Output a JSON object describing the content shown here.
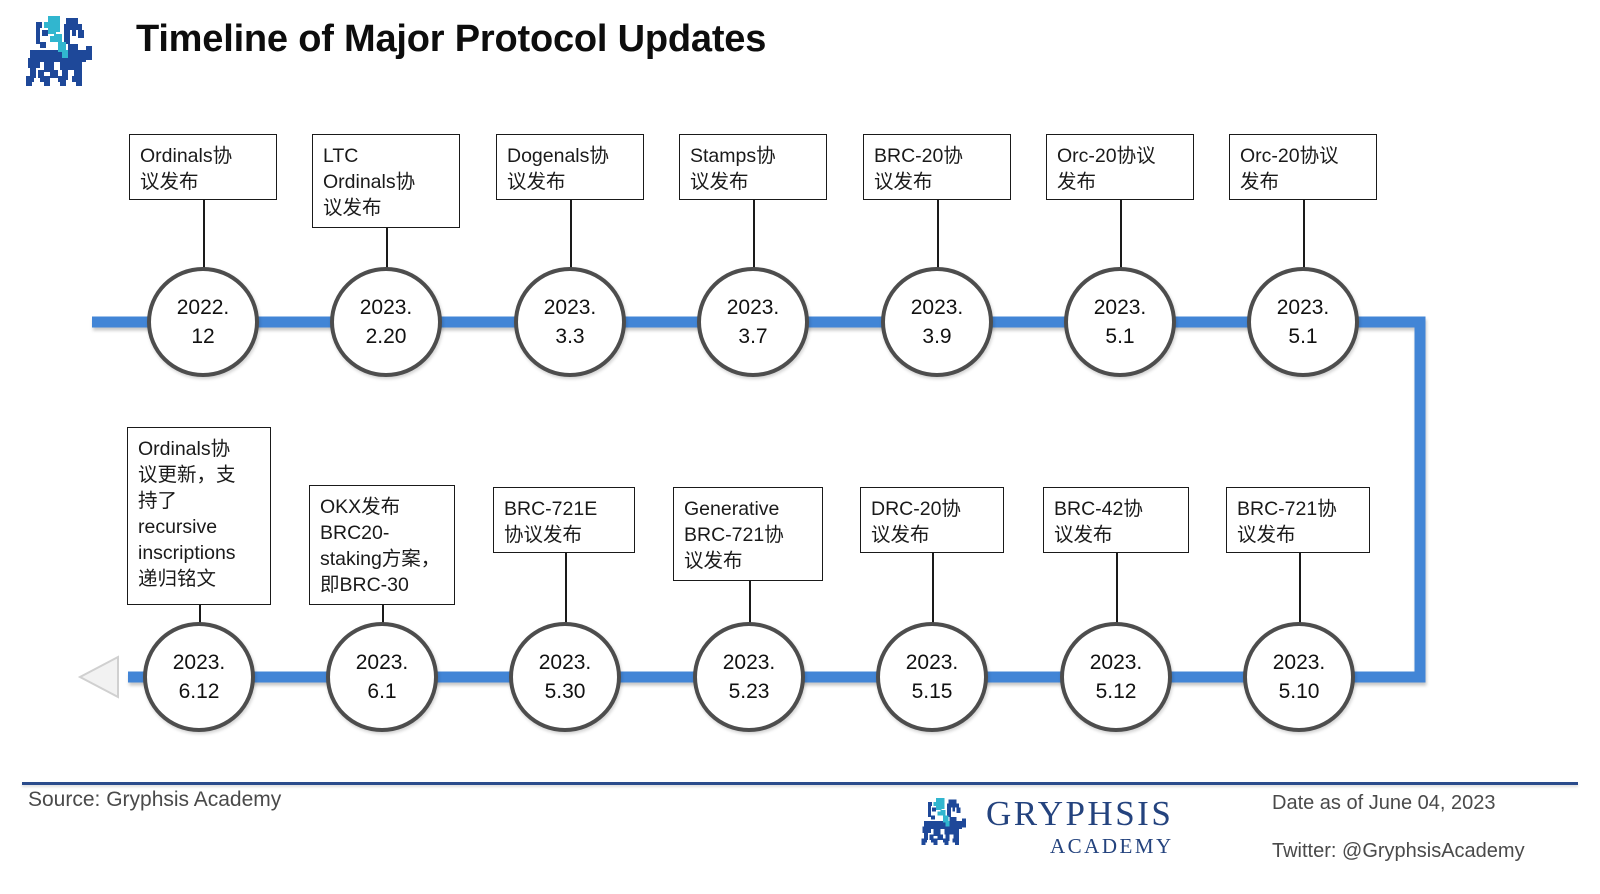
{
  "header": {
    "title": "Timeline of Major Protocol Updates",
    "logo_icon": "gryphsis-dragon-icon"
  },
  "theme": {
    "rail_blue": "#4285d6",
    "node_stroke": "#4d4d4d",
    "box_stroke": "#1a1a1a",
    "footer_rule": "#2b4c8c",
    "brand_navy": "#24437e",
    "brand_cyan": "#31b6cf"
  },
  "timeline": {
    "row_top": {
      "direction": "left-to-right",
      "nodes": [
        {
          "date_line1": "2022.",
          "date_line2": "12",
          "label": "Ordinals协\n议发布"
        },
        {
          "date_line1": "2023.",
          "date_line2": "2.20",
          "label": "LTC\nOrdinals协\n议发布"
        },
        {
          "date_line1": "2023.",
          "date_line2": "3.3",
          "label": "Dogenals协\n议发布"
        },
        {
          "date_line1": "2023.",
          "date_line2": "3.7",
          "label": "Stamps协\n议发布"
        },
        {
          "date_line1": "2023.",
          "date_line2": "3.9",
          "label": "BRC-20协\n议发布"
        },
        {
          "date_line1": "2023.",
          "date_line2": "5.1",
          "label": "Orc-20协议\n发布"
        },
        {
          "date_line1": "2023.",
          "date_line2": "5.1",
          "label": "Orc-20协议\n发布"
        }
      ]
    },
    "row_bottom": {
      "direction": "right-to-left",
      "arrow_end": "left",
      "nodes": [
        {
          "date_line1": "2023.",
          "date_line2": "6.12",
          "label": "Ordinals协\n议更新，支\n持了\nrecursive\ninscriptions\n递归铭文"
        },
        {
          "date_line1": "2023.",
          "date_line2": "6.1",
          "label": "OKX发布\nBRC20-\nstaking方案，\n即BRC-30"
        },
        {
          "date_line1": "2023.",
          "date_line2": "5.30",
          "label": "BRC-721E\n协议发布"
        },
        {
          "date_line1": "2023.",
          "date_line2": "5.23",
          "label": "Generative\nBRC-721协\n议发布"
        },
        {
          "date_line1": "2023.",
          "date_line2": "5.15",
          "label": "DRC-20协\n议发布"
        },
        {
          "date_line1": "2023.",
          "date_line2": "5.12",
          "label": "BRC-42协\n议发布"
        },
        {
          "date_line1": "2023.",
          "date_line2": "5.10",
          "label": "BRC-721协\n议发布"
        }
      ]
    }
  },
  "footer": {
    "source": "Source: Gryphsis Academy",
    "brand_name": "GRYPHSIS",
    "brand_sub": "ACADEMY",
    "date": "Date as of June 04, 2023",
    "twitter": "Twitter: @GryphsisAcademy",
    "logo_icon": "gryphsis-dragon-icon"
  }
}
